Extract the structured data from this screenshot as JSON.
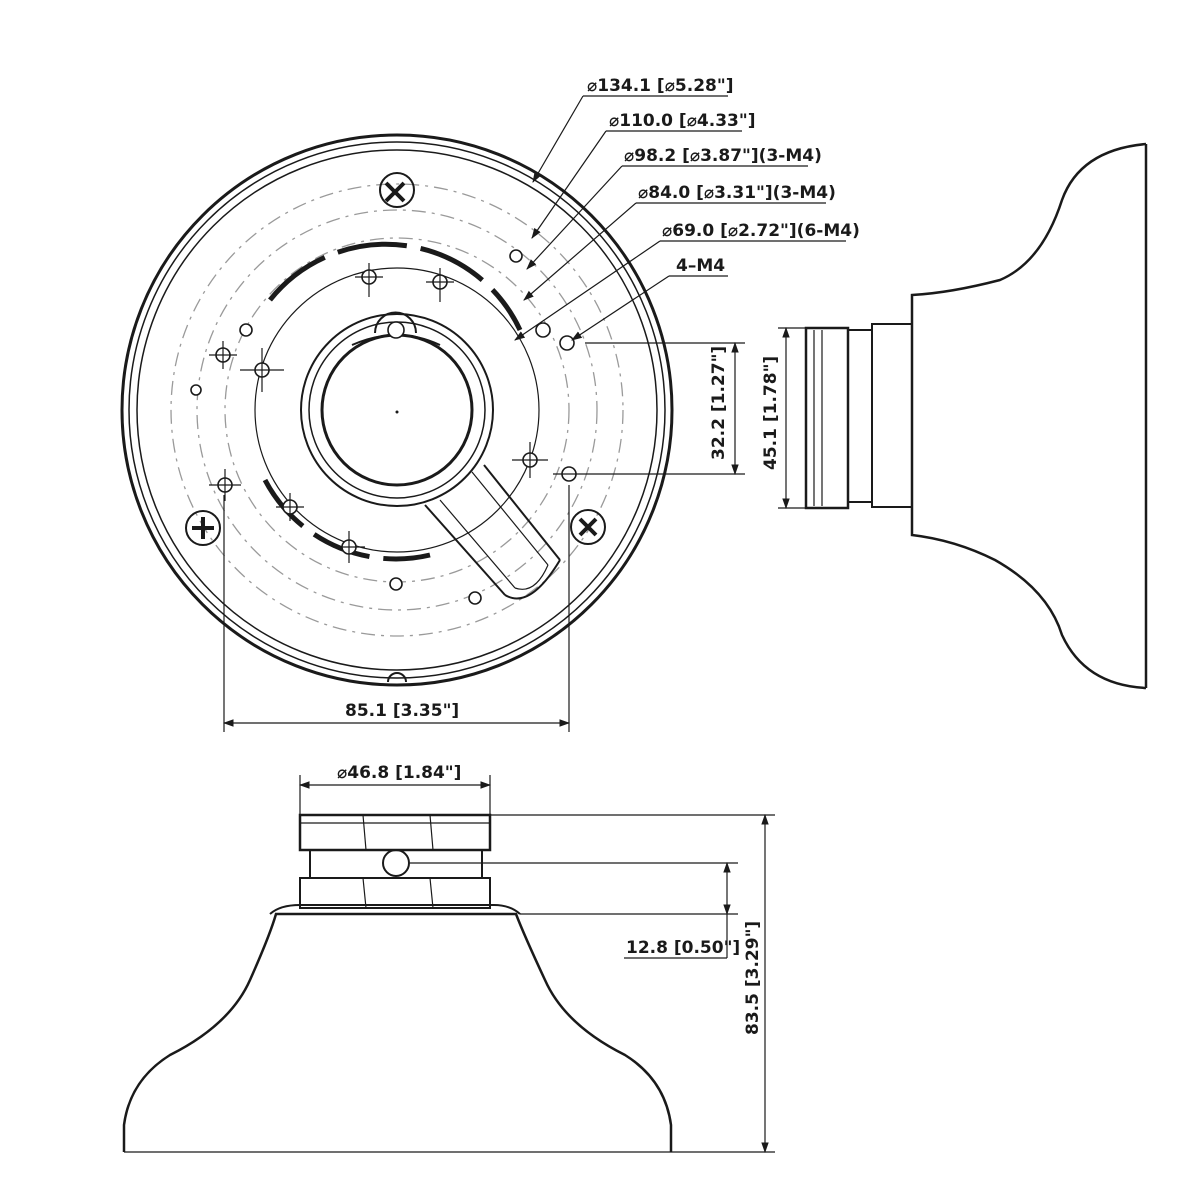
{
  "top_view": {
    "dia_outer": "⌀134.1 [⌀5.28\"]",
    "dia_110": "⌀110.0 [⌀4.33\"]",
    "dia_98": "⌀98.2 [⌀3.87\"](3-M4)",
    "dia_84": "⌀84.0 [⌀3.31\"](3-M4)",
    "dia_69": "⌀69.0 [⌀2.72\"](6-M4)",
    "holes_4m4": "4–M4",
    "width_85": "85.1 [3.35\"]",
    "height_32": "32.2 [1.27\"]"
  },
  "side_view": {
    "height_45": "45.1 [1.78\"]"
  },
  "front_view": {
    "dia_46": "⌀46.8 [1.84\"]",
    "height_12": "12.8 [0.50\"]",
    "height_83": "83.5 [3.29\"]"
  }
}
